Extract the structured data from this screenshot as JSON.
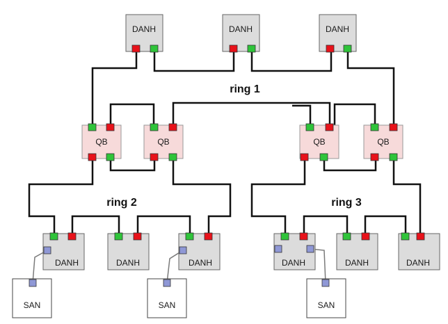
{
  "colors": {
    "danh_fill": "#dcdcdc",
    "qb_fill": "#f7dada",
    "san_fill": "#ffffff",
    "port_red": "#e8121a",
    "port_green": "#2fc43a",
    "port_blue": "#8f98d6",
    "line": "#111111",
    "san_line": "#7a7a7a"
  },
  "labels": {
    "danh": "DANH",
    "qb": "QB",
    "san": "SAN"
  },
  "rings": {
    "ring1": "ring 1",
    "ring2": "ring 2",
    "ring3": "ring 3"
  }
}
